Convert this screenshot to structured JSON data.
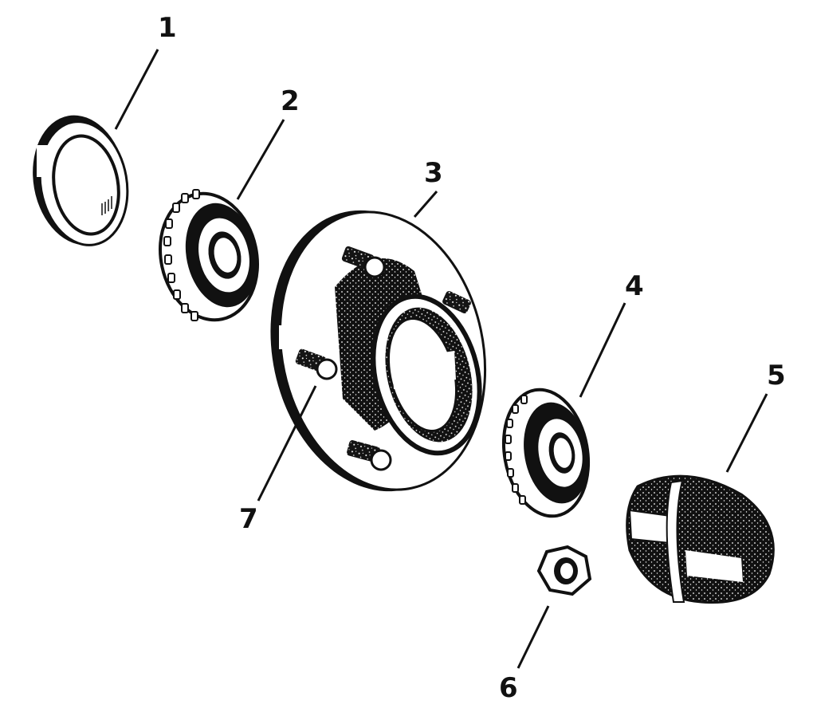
{
  "diagram": {
    "type": "exploded-parts-view",
    "colors": {
      "ink": "#111111",
      "paper": "#ffffff"
    },
    "callouts": [
      {
        "number": "1",
        "part": "bearing-cup-race"
      },
      {
        "number": "2",
        "part": "inner-tapered-roller-bearing"
      },
      {
        "number": "3",
        "part": "wheel-hub"
      },
      {
        "number": "4",
        "part": "outer-tapered-roller-bearing"
      },
      {
        "number": "5",
        "part": "dust-cap"
      },
      {
        "number": "6",
        "part": "spindle-nut"
      },
      {
        "number": "7",
        "part": "wheel-stud"
      }
    ]
  }
}
